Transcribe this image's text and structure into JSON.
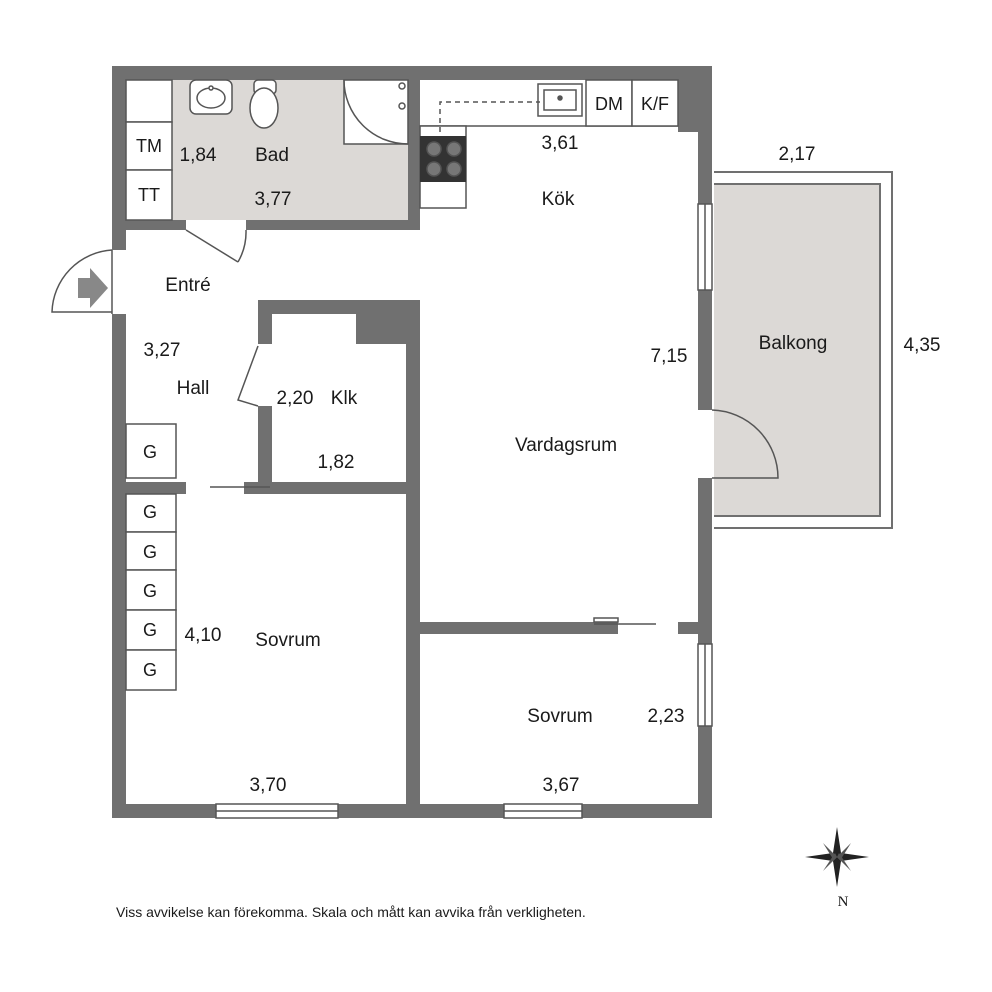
{
  "rooms": {
    "bad": "Bad",
    "kok": "Kök",
    "entre": "Entré",
    "hall": "Hall",
    "klk": "Klk",
    "vardagsrum": "Vardagsrum",
    "balkong": "Balkong",
    "sovrum_left": "Sovrum",
    "sovrum_right": "Sovrum"
  },
  "dimensions": {
    "bad_w": "1,84",
    "bad_l": "3,77",
    "kok_w": "3,61",
    "balkong_w": "2,17",
    "balkong_l": "4,35",
    "vardagsrum_l": "7,15",
    "hall_l": "3,27",
    "klk_w": "2,20",
    "klk_l": "1,82",
    "sovrum_left_l": "4,10",
    "sovrum_left_w": "3,70",
    "sovrum_right_w": "3,67",
    "sovrum_right_l": "2,23"
  },
  "fixtures": {
    "tm": "TM",
    "tt": "TT",
    "dm": "DM",
    "kf": "K/F",
    "wardrobe": [
      "G",
      "G",
      "G",
      "G",
      "G",
      "G"
    ]
  },
  "compass": "N",
  "disclaimer": "Viss avvikelse kan förekomma. Skala och mått kan avvika från verkligheten.",
  "colors": {
    "wall": "#707070",
    "shaded_floor": "#dcd9d6",
    "line": "#555555"
  }
}
